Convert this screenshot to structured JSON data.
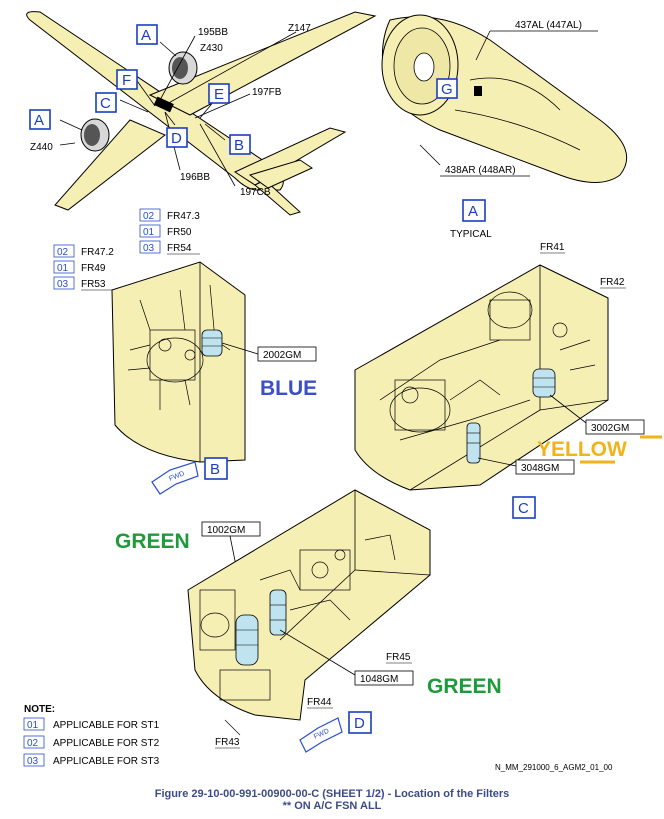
{
  "labels": {
    "z147": "Z147",
    "l195bb": "195BB",
    "z430": "Z430",
    "l197fb": "197FB",
    "z440": "Z440",
    "l196bb": "196BB",
    "l197cb": "197CB",
    "l437al": "437AL (447AL)",
    "l438ar": "438AR (448AR)",
    "typical": "TYPICAL",
    "fr41": "FR41",
    "fr42": "FR42",
    "fr43": "FR43",
    "fr44": "FR44",
    "fr45": "FR45",
    "gm2002": "2002GM",
    "gm3002": "3002GM",
    "gm3048": "3048GM",
    "gm1002": "1002GM",
    "gm1048": "1048GM",
    "ref": "N_MM_291000_6_AGM2_01_00",
    "fwd": "FWD"
  },
  "letters": {
    "a": "A",
    "b": "B",
    "c": "C",
    "d": "D",
    "e": "E",
    "f": "F",
    "g": "G"
  },
  "applicability_b": [
    {
      "code": "02",
      "frame": "FR47.2"
    },
    {
      "code": "01",
      "frame": "FR49"
    },
    {
      "code": "03",
      "frame": "FR53"
    }
  ],
  "applicability_top": [
    {
      "code": "02",
      "frame": "FR47.3"
    },
    {
      "code": "01",
      "frame": "FR50"
    },
    {
      "code": "03",
      "frame": "FR54"
    }
  ],
  "systems": {
    "blue": "BLUE",
    "yellow": "YELLOW",
    "green_top": "GREEN",
    "green_bottom": "GREEN"
  },
  "colors": {
    "blue": "#3b4fc8",
    "yellow": "#f2b318",
    "green": "#1f9a3a",
    "panel": "#f6efb4",
    "letter_box": "#1a3fbf"
  },
  "note": {
    "title": "NOTE:",
    "items": [
      {
        "code": "01",
        "text": "APPLICABLE FOR ST1"
      },
      {
        "code": "02",
        "text": "APPLICABLE FOR ST2"
      },
      {
        "code": "03",
        "text": "APPLICABLE FOR ST3"
      }
    ]
  },
  "caption": {
    "line1": "Figure 29-10-00-991-00900-00-C (SHEET 1/2) - Location of the Filters",
    "line2": "** ON A/C FSN ALL"
  }
}
